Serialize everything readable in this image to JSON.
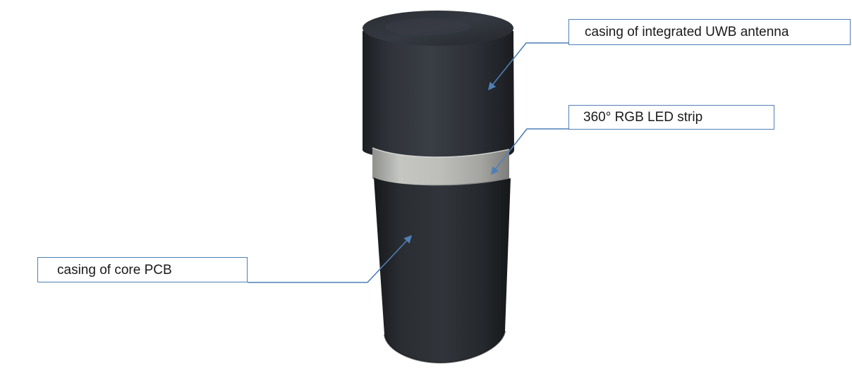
{
  "figure": {
    "subject": "cylindrical UWB anchor device",
    "colors": {
      "casing": "#2b2e33",
      "led_strip": "#b3b4b0",
      "callout": "#4f7fb5"
    }
  },
  "callouts": {
    "antenna": {
      "label": "casing of integrated UWB antenna"
    },
    "led": {
      "label": "360° RGB LED strip"
    },
    "pcb": {
      "label": "casing of core PCB"
    }
  }
}
